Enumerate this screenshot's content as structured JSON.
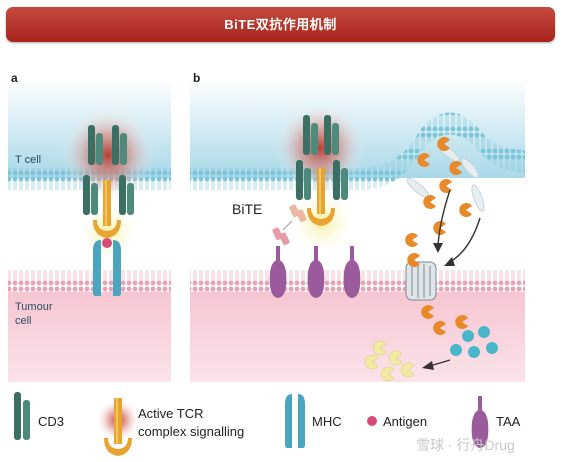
{
  "title": "BiTE双抗作用机制",
  "panels": {
    "a": "a",
    "b": "b"
  },
  "labels": {
    "t_cell": "T cell",
    "tumour_line1": "Tumour",
    "tumour_line2": "cell",
    "bite": "BiTE"
  },
  "legend": {
    "cd3": "CD3",
    "tcr_line1": "Active TCR",
    "tcr_line2": "complex signalling",
    "mhc": "MHC",
    "antigen": "Antigen",
    "taa": "TAA"
  },
  "watermark": "雪球 · 行舟Drug",
  "colors": {
    "banner": "#b3302a",
    "cd3": "#3c6f63",
    "tcr_orange": "#e8a430",
    "mhc": "#4aa6bf",
    "antigen": "#d84a78",
    "taa": "#9a5a9c",
    "bite": "#f0b7a0",
    "granzyme": "#e88a2a",
    "perforin": "#49b6c9"
  }
}
